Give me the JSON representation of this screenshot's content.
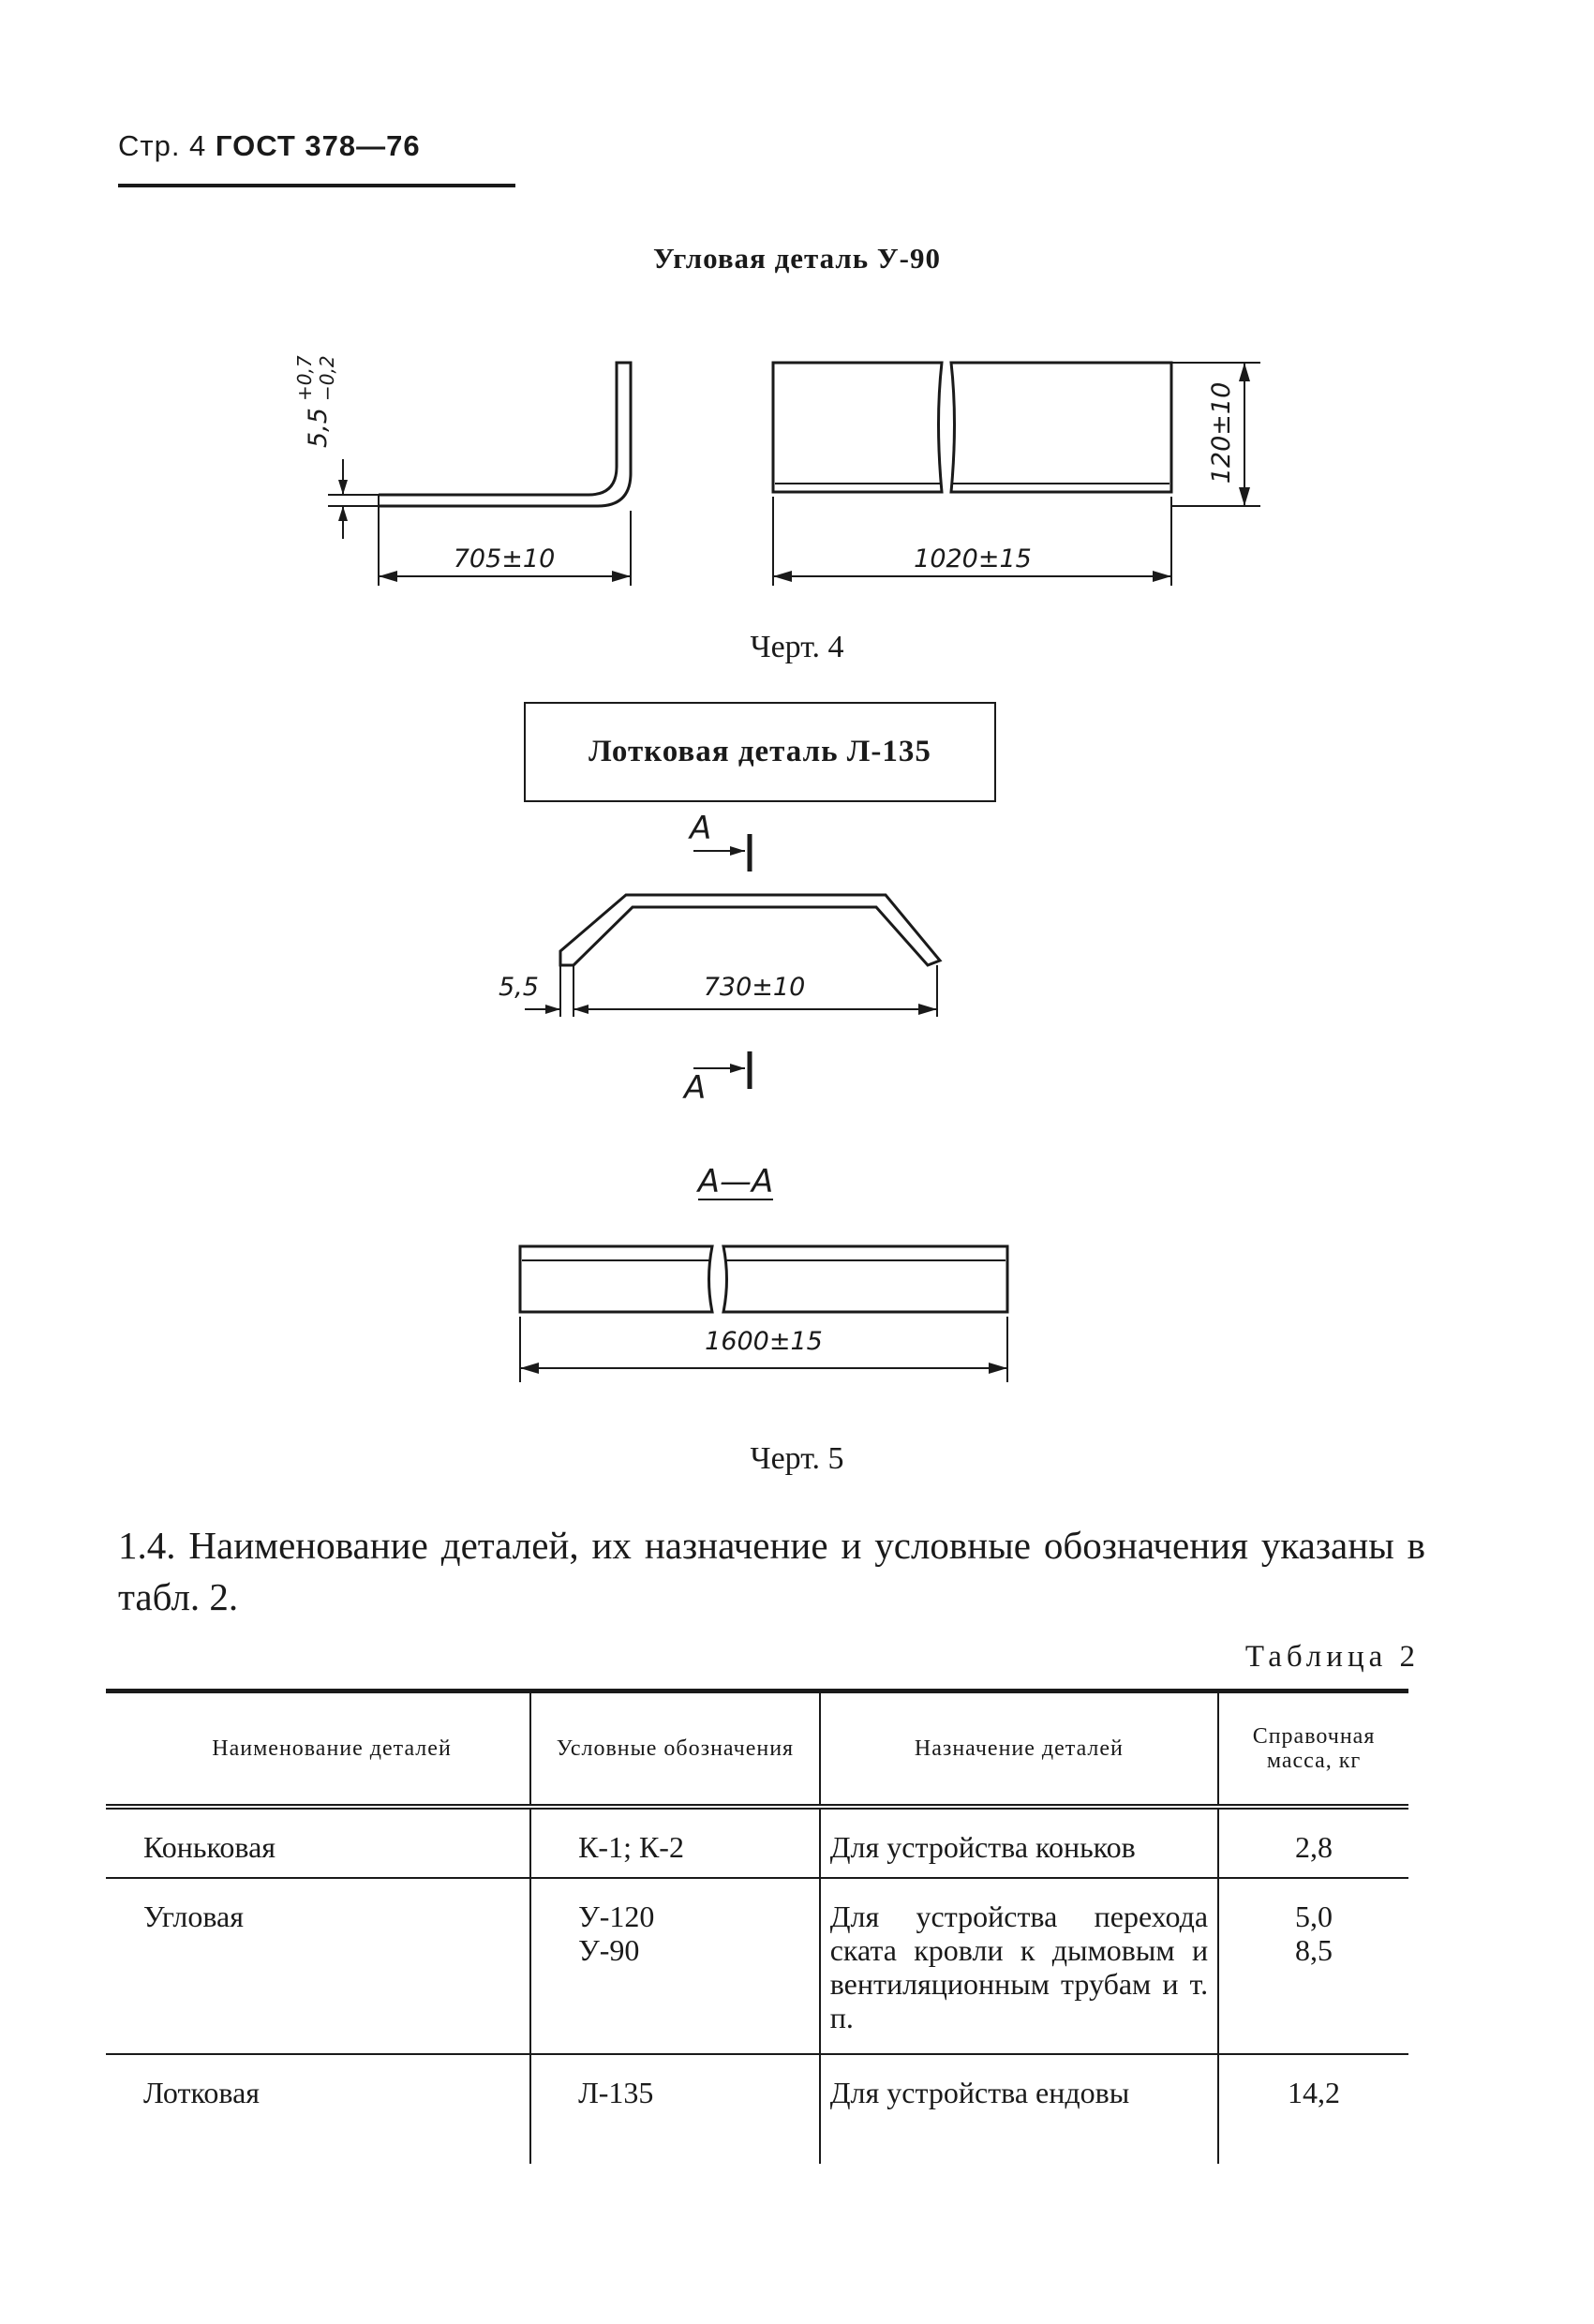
{
  "header": {
    "page": "Стр. 4",
    "standard": "ГОСТ 378—76"
  },
  "figure4": {
    "caption": "Угловая деталь У-90",
    "label": "Черт. 4",
    "dims": {
      "thickness": "5,5",
      "tol_upper": "+0,7",
      "tol_lower": "−0,2",
      "length": "705±10",
      "width": "1020±15",
      "height": "120±10"
    }
  },
  "figure5": {
    "caption": "Лотковая деталь Л-135",
    "label": "Черт. 5",
    "section_letter": "А",
    "section_label": "А—А",
    "dims": {
      "thickness": "5,5",
      "span": "730±10",
      "length": "1600±15"
    }
  },
  "paragraph": "1.4. Наименование деталей, их назначение и условные обозначения указаны в табл. 2.",
  "table": {
    "title": "Таблица 2",
    "headers": [
      "Наименование деталей",
      "Условные обозначения",
      "Назначение деталей",
      "Справочная масса, кг"
    ],
    "rows": [
      {
        "name": "Коньковая",
        "codes": [
          "К-1; К-2"
        ],
        "purpose": "Для устройства коньков",
        "mass": [
          "2,8"
        ]
      },
      {
        "name": "Угловая",
        "codes": [
          "У-120",
          "У-90"
        ],
        "purpose": "Для устройства перехода ската кровли к дымовым и вентиляционным трубам и т. п.",
        "mass": [
          "5,0",
          "8,5"
        ]
      },
      {
        "name": "Лотковая",
        "codes": [
          "Л-135"
        ],
        "purpose": "Для устройства ендовы",
        "mass": [
          "14,2"
        ]
      }
    ]
  }
}
